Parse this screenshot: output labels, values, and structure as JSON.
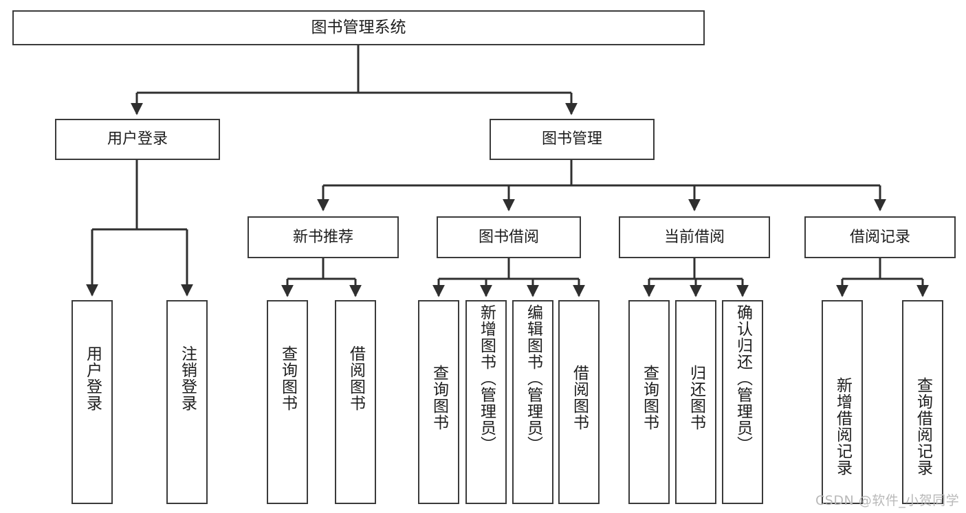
{
  "diagram": {
    "type": "tree-hierarchy-chart",
    "title": "图书管理系统",
    "stroke_color": "#3a3a3a",
    "fill_color": "#ffffff",
    "text_color": "#1d1d1d"
  },
  "nodes": {
    "root": {
      "label": "图书管理系统"
    },
    "level2": [
      {
        "label": "用户登录"
      },
      {
        "label": "图书管理"
      }
    ],
    "level3": [
      {
        "label": "新书推荐"
      },
      {
        "label": "图书借阅"
      },
      {
        "label": "当前借阅"
      },
      {
        "label": "借阅记录"
      }
    ],
    "leaves": {
      "user_login": [
        {
          "label": "用户登录"
        },
        {
          "label": "注销登录"
        }
      ],
      "new_book_recommend": [
        {
          "label": "查询图书"
        },
        {
          "label": "借阅图书"
        }
      ],
      "book_borrow": [
        {
          "label": "查询图书"
        },
        {
          "label": "新增图书（管理员）"
        },
        {
          "label": "编辑图书（管理员）"
        },
        {
          "label": "借阅图书"
        }
      ],
      "current_borrow": [
        {
          "label": "查询图书"
        },
        {
          "label": "归还图书"
        },
        {
          "label": "确认归还（管理员）"
        }
      ],
      "borrow_record": [
        {
          "label": "新增借阅记录"
        },
        {
          "label": "查询借阅记录"
        }
      ]
    }
  },
  "watermark": {
    "text": "CSDN @软件_小贺同学"
  }
}
